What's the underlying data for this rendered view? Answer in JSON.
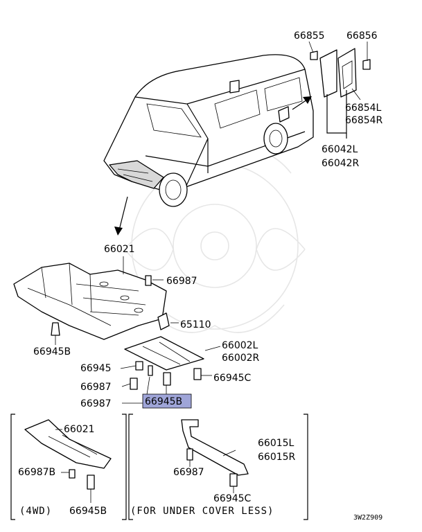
{
  "diagram": {
    "code": "3W2Z909",
    "highlight_color": "#9fa5d8",
    "labels": {
      "p66855": "66855",
      "p66856": "66856",
      "p66854": "66854L\n66854R",
      "p66042": "66042L\n66042R",
      "p66021_main": "66021",
      "p66987_a": "66987",
      "p65110": "65110",
      "p66945B_a": "66945B",
      "p66002": "66002L\n66002R",
      "p66945": "66945",
      "p66945C_a": "66945C",
      "p66987_b": "66987",
      "p66987_c": "66987",
      "p66945B_hl": "66945B",
      "inset1_p66021": "66021",
      "inset1_p66987B": "66987B",
      "inset1_p66945B": "66945B",
      "inset1_caption": "(4WD)",
      "inset2_p66015": "66015L\n66015R",
      "inset2_p66987": "66987",
      "inset2_p66945C": "66945C",
      "inset2_caption": "(FOR UNDER COVER LESS)"
    }
  }
}
